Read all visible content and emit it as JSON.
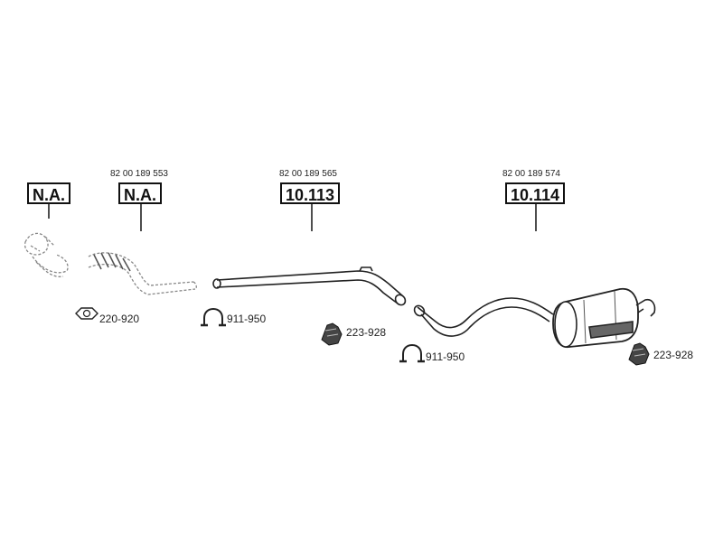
{
  "sections": [
    {
      "oem": "",
      "ref": "N.A."
    },
    {
      "oem": "82 00 189 553",
      "ref": "N.A."
    },
    {
      "oem": "82 00 189 565",
      "ref": "10.113"
    },
    {
      "oem": "82 00 189 574",
      "ref": "10.114"
    }
  ],
  "accessories": [
    {
      "code": "220-920",
      "icon": "gasket-icon"
    },
    {
      "code": "911-950",
      "icon": "clamp-icon"
    },
    {
      "code": "223-928",
      "icon": "rubber-mount-icon"
    },
    {
      "code": "911-950",
      "icon": "clamp-icon"
    },
    {
      "code": "223-928",
      "icon": "rubber-mount-icon"
    }
  ]
}
